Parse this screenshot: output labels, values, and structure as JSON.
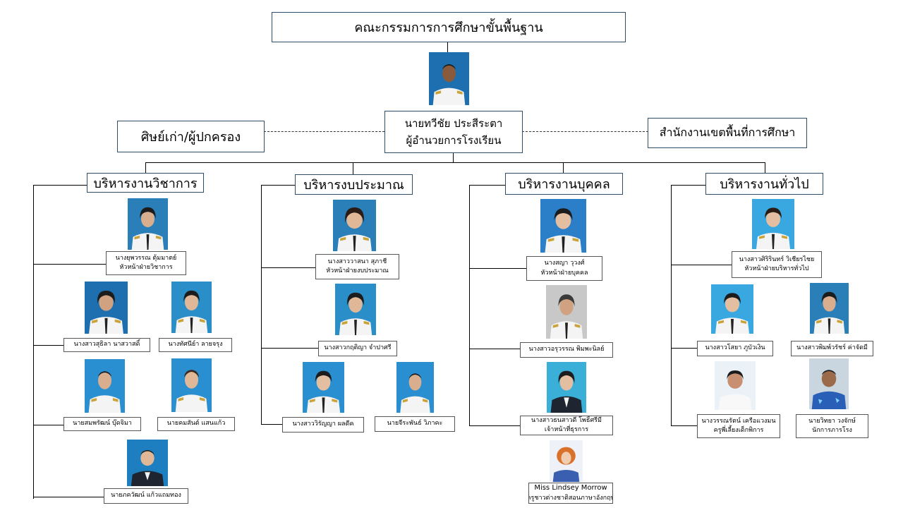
{
  "top": {
    "title": "คณะกรรมการการศึกษาขั้นพื้นฐาน"
  },
  "director": {
    "name": "นายทวีชัย ประสีระตา",
    "role": "ผู้อำนวยการโรงเรียน"
  },
  "side_left": {
    "label": "ศิษย์เก่า/ผู้ปกครอง"
  },
  "side_right": {
    "label": "สำนักงานเขตพื้นที่การศึกษา"
  },
  "departments": {
    "academic": {
      "title": "บริหารงานวิชาการ",
      "members": [
        {
          "name": "นางยุพวรรณ ตุ้มมาตย์",
          "role": "หัวหน้าฝ่ายวิชาการ"
        },
        {
          "name": "นางสาวสุธิลา นาสวาสดิ์",
          "role": ""
        },
        {
          "name": "นางทัศนีย์า ลายจรุง",
          "role": ""
        },
        {
          "name": "นายสมพรัฒน์ บุ๊ดจิมา",
          "role": ""
        },
        {
          "name": "นายคมสันต์ แสนแก้ว",
          "role": ""
        },
        {
          "name": "นายภควัฒน์ แก้วแถมทอง",
          "role": ""
        }
      ]
    },
    "budget": {
      "title": "บริหารงบประมาณ",
      "members": [
        {
          "name": "นางสาววาสนา สุภาชี",
          "role": "หัวหน้าฝ่ายงบประมาณ"
        },
        {
          "name": "นางสาวกฤติญา จำปาศรี",
          "role": ""
        },
        {
          "name": "นางสาววิรัญญา ผลดีค",
          "role": ""
        },
        {
          "name": "นายจีระพันธ์ วิภาคะ",
          "role": ""
        }
      ]
    },
    "personnel": {
      "title": "บริหารงานบุคคล",
      "members": [
        {
          "name": "นางสญา วุวงศ์",
          "role": "หัวหน้าฝ่ายบุคคล"
        },
        {
          "name": "นางสาวอรุวรรณ พิมพะนิลย์",
          "role": ""
        },
        {
          "name": "นางสาวธนสาวดี โพธิ์ศรีมี",
          "role": "เจ้าหน้าที่ธุรการ"
        },
        {
          "name": "Miss Lindsey Morrow",
          "role": "ครูชาวต่างชาติสอนภาษาอังกฤษ"
        }
      ]
    },
    "general": {
      "title": "บริหารงานทั่วไป",
      "members": [
        {
          "name": "นางสาวศิริรินทร์ วิเชียรไชย",
          "role": "หัวหน้าฝ่ายบริหารทั่วไป"
        },
        {
          "name": "นางสาวโสยา ภูบัวเงิน",
          "role": ""
        },
        {
          "name": "นางสาวพิมพ์วรัชร์ ค่าจัดมี",
          "role": ""
        },
        {
          "name": "นางวรรณรัตน์ เครือแวงมน",
          "role": "ครูพี่เลี้ยงเด็กพิการ"
        },
        {
          "name": "นายวิทยา วงจักษ์",
          "role": "นักการภารโรง"
        }
      ]
    }
  },
  "colors": {
    "box_border": "#2e4d6b",
    "photo_bg_blue": "#1e6fb0",
    "uniform_white": "#f4f4f4"
  },
  "icons": {
    "person_photo": "person-photo-icon"
  }
}
